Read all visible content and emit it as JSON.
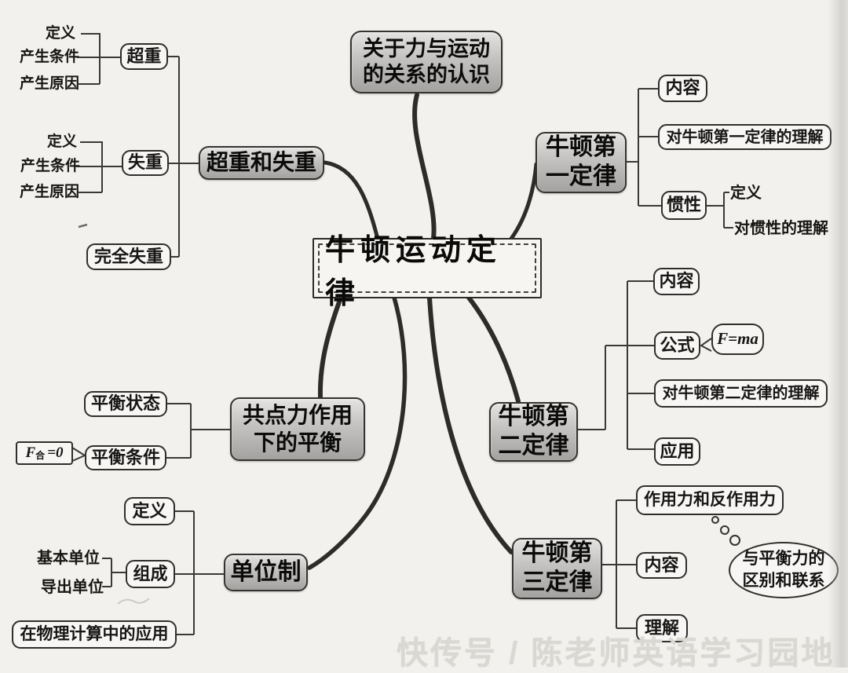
{
  "watermark": "快传号 / 陈老师英语学习园地",
  "center": {
    "label": "牛顿运动定律"
  },
  "branches": {
    "relation": {
      "label": "关于力与运动\n的关系的认识"
    },
    "first_law": {
      "label": "牛顿第\n一定律",
      "content": "内容",
      "understanding": "对牛顿第一定律的理解",
      "inertia": "惯性",
      "inertia_definition": "定义",
      "inertia_understanding": "对惯性的理解"
    },
    "second_law": {
      "label": "牛顿第\n二定律",
      "content": "内容",
      "formula": "公式",
      "formula_expression": "F=ma",
      "understanding": "对牛顿第二定律的理解",
      "application": "应用"
    },
    "third_law": {
      "label": "牛顿第\n三定律",
      "action_reaction": "作用力和反作用力",
      "content": "内容",
      "understanding": "理解",
      "balance_note": "与平衡力的\n区别和联系"
    },
    "weight": {
      "label": "超重和失重",
      "overweight": "超重",
      "overweight_definition": "定义",
      "overweight_condition": "产生条件",
      "overweight_cause": "产生原因",
      "weightless": "失重",
      "weightless_definition": "定义",
      "weightless_condition": "产生条件",
      "weightless_cause": "产生原因",
      "complete_weightless": "完全失重"
    },
    "equilibrium": {
      "label": "共点力作用\n下的平衡",
      "state": "平衡状态",
      "condition": "平衡条件",
      "formula_f": "F",
      "formula_sub": "合",
      "formula_rest": "=0"
    },
    "unit_system": {
      "label": "单位制",
      "definition": "定义",
      "composition": "组成",
      "basic_unit": "基本单位",
      "derived_unit": "导出单位",
      "application": "在物理计算中的应用"
    }
  }
}
